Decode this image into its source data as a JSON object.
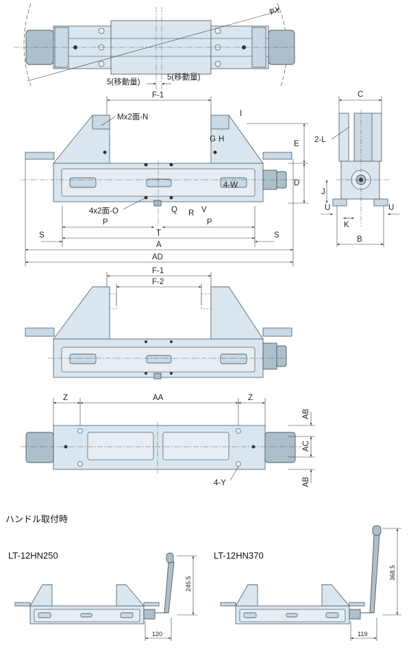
{
  "top_view": {
    "phi_x": "φX",
    "stroke_left": "5(移動量)",
    "stroke_right": "5(移動量)"
  },
  "front_view": {
    "f1": "F-1",
    "mx2": "Mx2面-N",
    "i": "I",
    "g": "G",
    "h": "H",
    "e": "E",
    "d": "D",
    "w": "4-W",
    "o": "4x2面-O",
    "q": "Q",
    "r": "R",
    "v": "V",
    "p_left": "P",
    "p_right": "P",
    "s_left": "S",
    "s_right": "S",
    "t": "T",
    "a": "A",
    "ad": "AD"
  },
  "side_view": {
    "c": "C",
    "l": "2-L",
    "j": "J",
    "u_left": "U",
    "u_right": "U",
    "k": "K",
    "b": "B"
  },
  "second_view": {
    "f1": "F-1",
    "f2": "F-2"
  },
  "bottom_view": {
    "z_left": "Z",
    "aa": "AA",
    "z_right": "Z",
    "ab_top": "AB",
    "ac": "AC",
    "ab_bottom": "AB",
    "y": "4-Y"
  },
  "handle_section": {
    "heading": "ハンドル取付時",
    "left": {
      "model": "LT-12HN250",
      "height": "245.5",
      "width": "120"
    },
    "right": {
      "model": "LT-12HN370",
      "height": "368.5",
      "width": "119"
    }
  }
}
